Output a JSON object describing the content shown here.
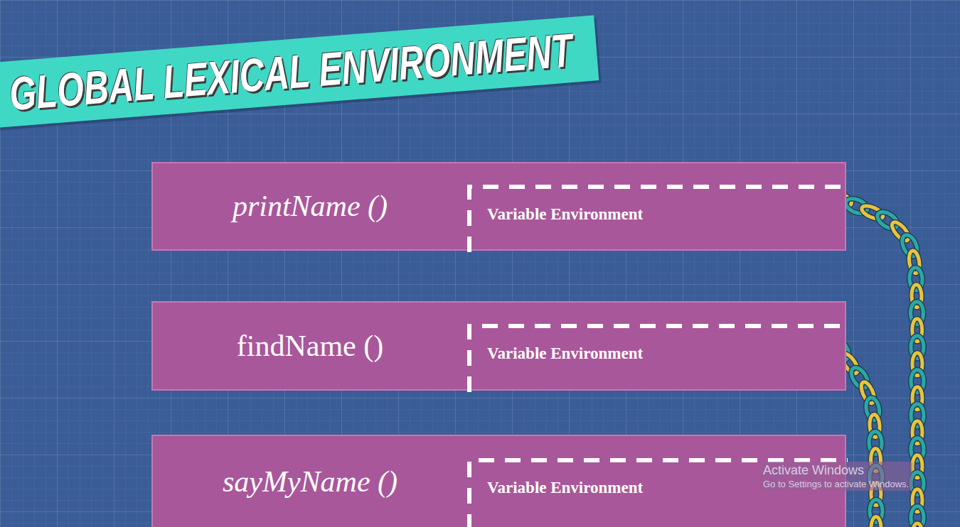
{
  "diagram": {
    "title": "GLOBAL LEXICAL ENVIRONMENT",
    "nodes": [
      {
        "text": [
          "printName ()"
        ]
      },
      {
        "text": [
          "Variable Environment"
        ],
        "in": 0
      },
      {
        "text": [
          "findName ()"
        ]
      },
      {
        "text": [
          "Variable Environment"
        ],
        "in": 2
      },
      {
        "text": [
          "sayMyName ()"
        ]
      },
      {
        "text": [
          "Variable Environment"
        ],
        "in": 4
      }
    ],
    "labels": [
      "Activate Windows",
      "Go to Settings to activate Windows."
    ]
  }
}
